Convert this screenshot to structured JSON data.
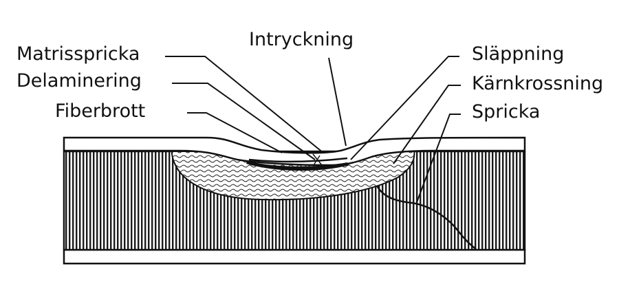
{
  "labels": {
    "matrix_crack": "Matrisspricka",
    "delamination": "Delaminering",
    "fiber_break": "Fiberbrott",
    "indentation": "Intryckning",
    "debonding": "Släppning",
    "core_crushing": "Kärnkrossning",
    "crack": "Spricka"
  },
  "colors": {
    "line": "#111111",
    "background": "#ffffff"
  }
}
